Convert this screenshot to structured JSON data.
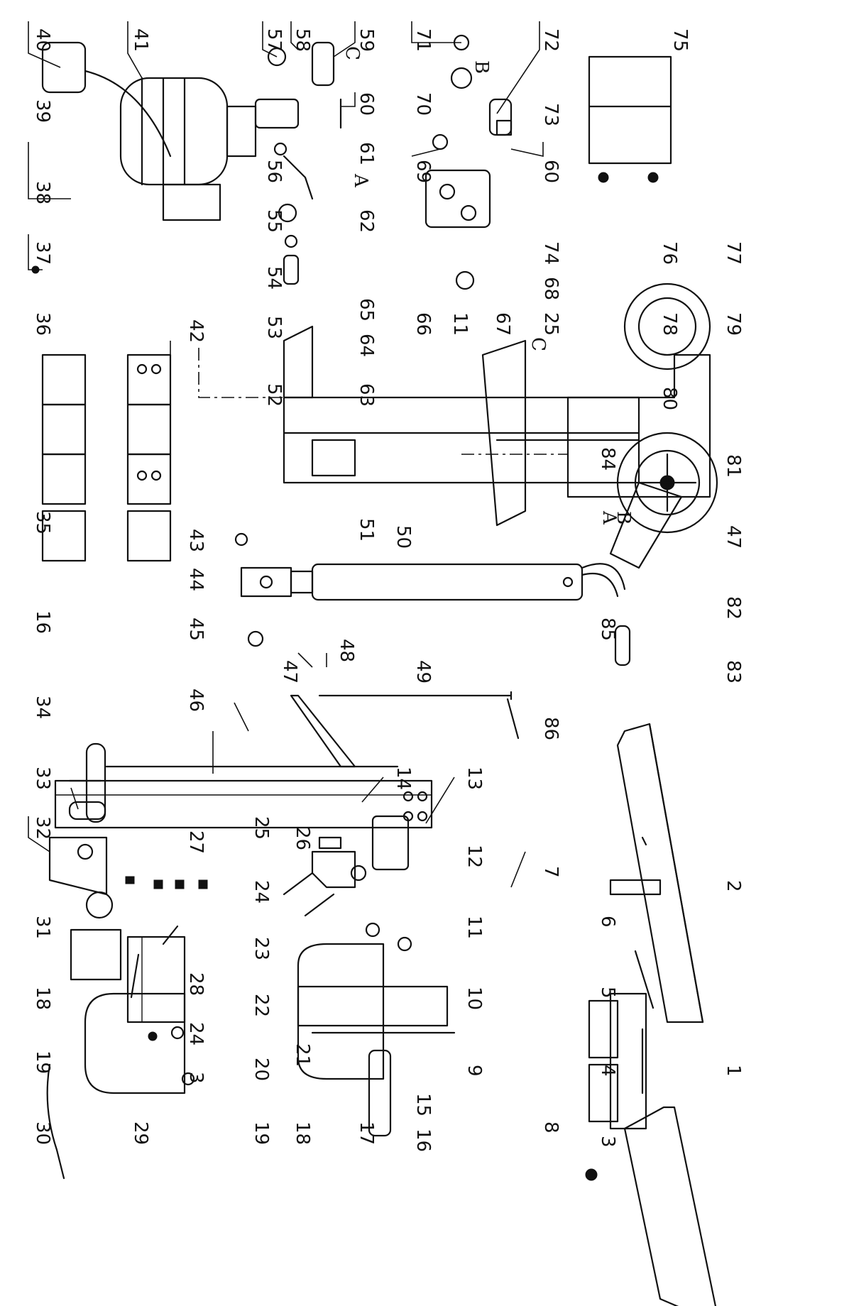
{
  "part_labels": {
    "p1": "1",
    "p2": "2",
    "p3a": "3",
    "p3b": "3",
    "p4": "4",
    "p5": "5",
    "p6": "6",
    "p7": "7",
    "p8": "8",
    "p9": "9",
    "p10": "10",
    "p11a": "11",
    "p11b": "11",
    "p12": "12",
    "p13": "13",
    "p14": "14",
    "p15": "15",
    "p16a": "16",
    "p16b": "16",
    "p17": "17",
    "p18a": "18",
    "p18b": "18",
    "p19a": "19",
    "p19b": "19",
    "p20": "20",
    "p21": "21",
    "p22": "22",
    "p23": "23",
    "p24a": "24",
    "p24b": "24",
    "p25a": "25",
    "p25b": "25",
    "p26": "26",
    "p27": "27",
    "p28": "28",
    "p29": "29",
    "p30": "30",
    "p31": "31",
    "p32": "32",
    "p33": "33",
    "p34": "34",
    "p35": "35",
    "p36": "36",
    "p37": "37",
    "p38": "38",
    "p39": "39",
    "p40": "40",
    "p41": "41",
    "p42": "42",
    "p43": "43",
    "p44": "44",
    "p45": "45",
    "p46": "46",
    "p47a": "47",
    "p47b": "47",
    "p48": "48",
    "p49": "49",
    "p50": "50",
    "p51": "51",
    "p52": "52",
    "p53": "53",
    "p54": "54",
    "p55": "55",
    "p56": "56",
    "p57": "57",
    "p58": "58",
    "p59": "59",
    "p60a": "60",
    "p60b": "60",
    "p61": "61",
    "p62": "62",
    "p63": "63",
    "p64": "64",
    "p65": "65",
    "p66": "66",
    "p67": "67",
    "p68": "68",
    "p69": "69",
    "p70": "70",
    "p71": "71",
    "p72": "72",
    "p73": "73",
    "p74": "74",
    "p75": "75",
    "p76": "76",
    "p77": "77",
    "p78": "78",
    "p79": "79",
    "p80": "80",
    "p81": "81",
    "p82": "82",
    "p83": "83",
    "p84": "84",
    "p85": "85",
    "p86": "86"
  },
  "connection_letters": {
    "a1": "A",
    "a2": "A",
    "b1": "B",
    "b2": "B",
    "c1": "C",
    "c2": "C"
  }
}
